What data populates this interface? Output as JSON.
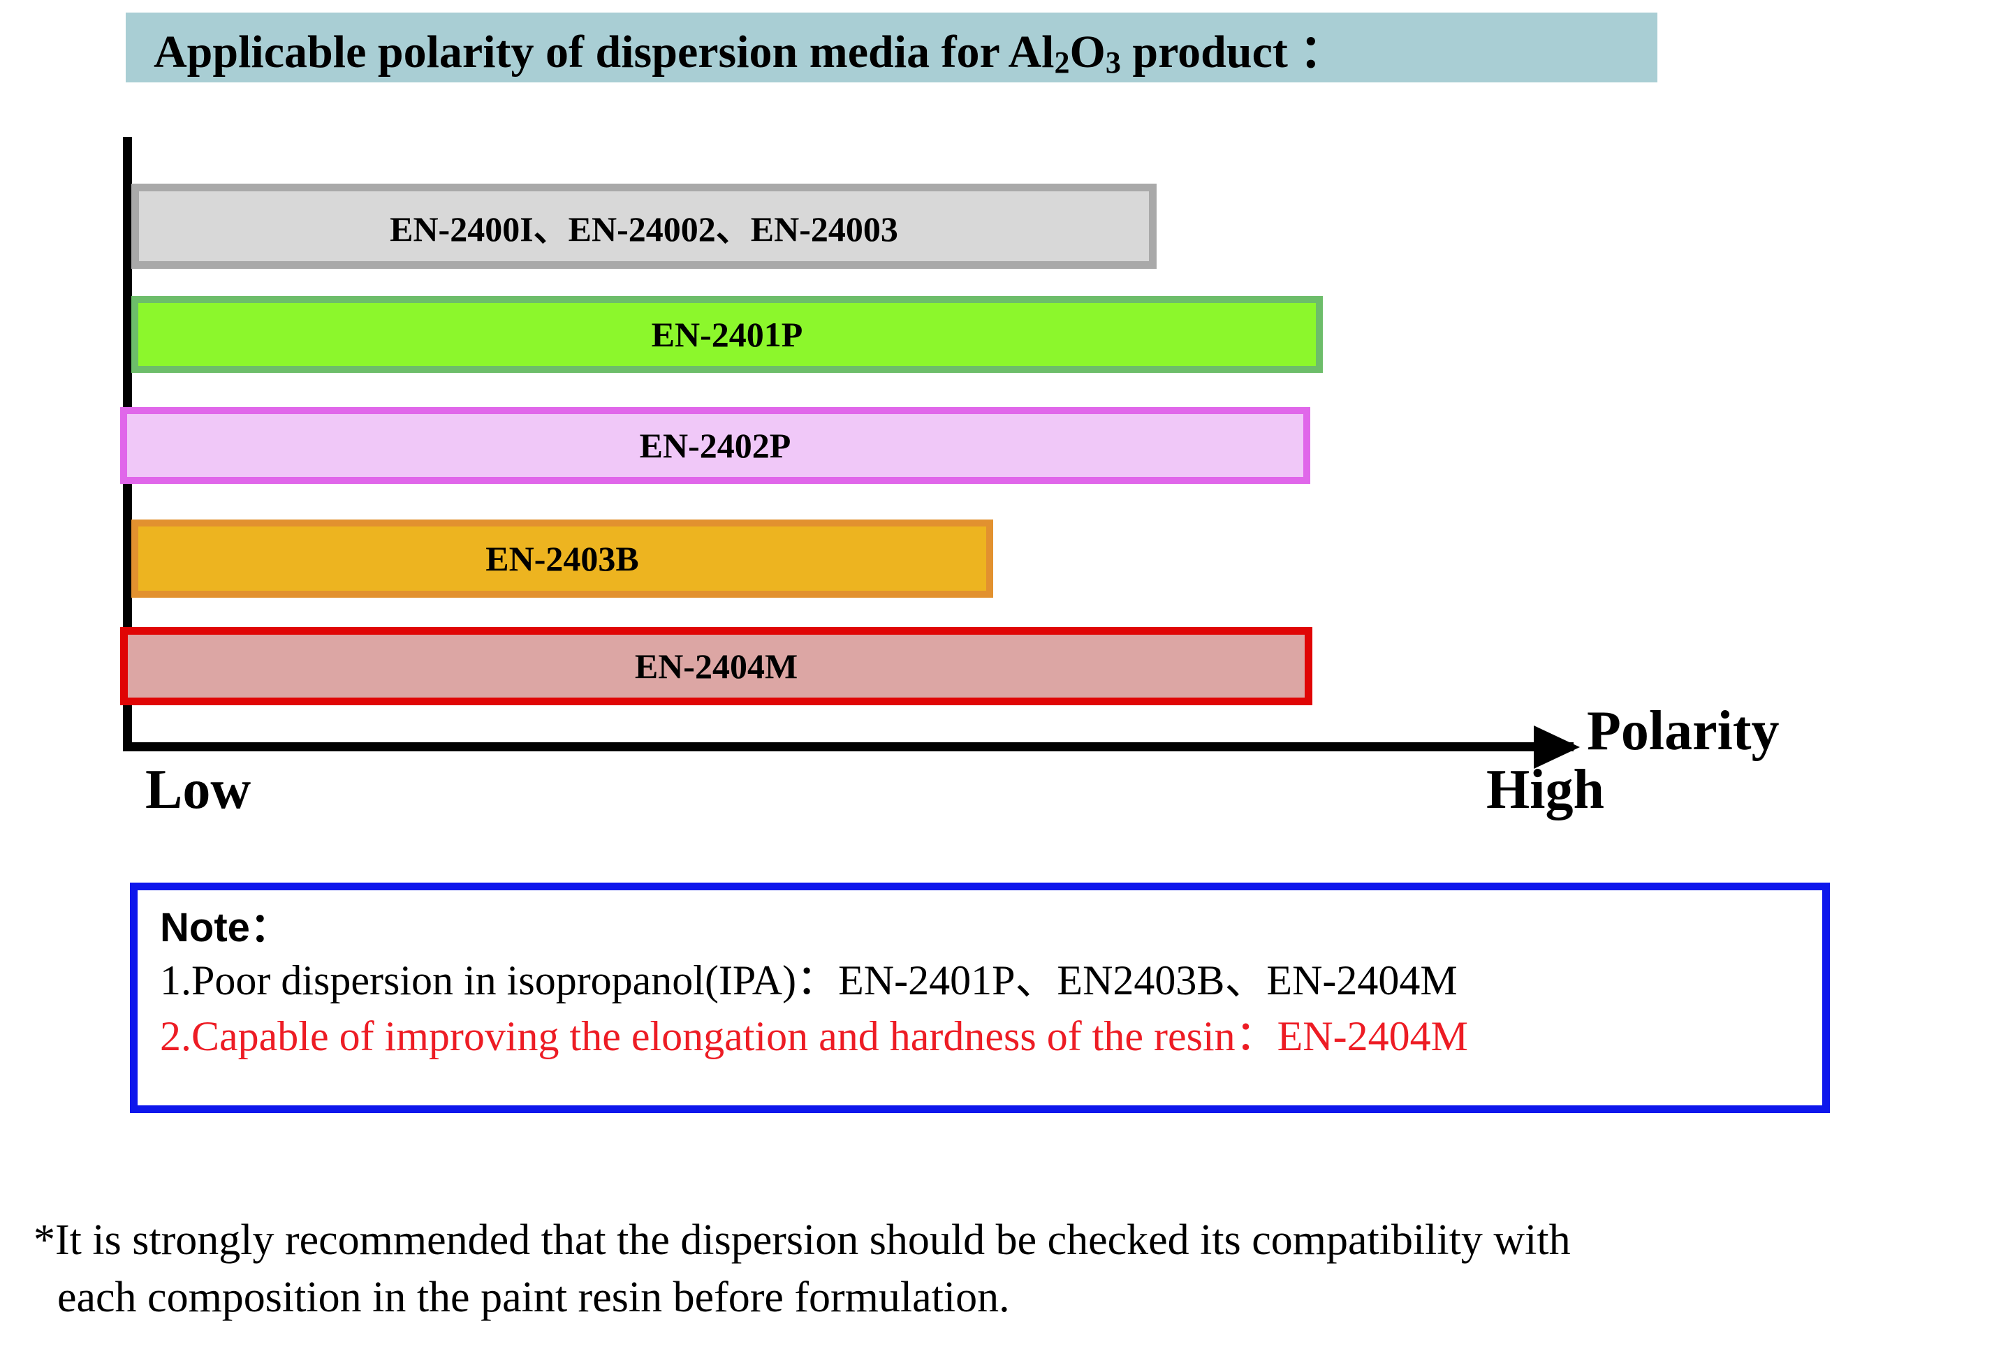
{
  "title": {
    "prefix": "Applicable polarity of dispersion media for Al",
    "sub1": "2",
    "mid": "O",
    "sub2": "3",
    "suffix": " product ：",
    "background_color": "#a9ced4"
  },
  "chart_data": {
    "type": "bar",
    "orientation": "horizontal",
    "title": "Applicable polarity of dispersion media for Al2O3 product :",
    "xlabel": "Polarity",
    "ylabel": "",
    "axis_low_label": "Low",
    "axis_high_label": "High",
    "axis_arrow_label": "Polarity",
    "grid": false,
    "legend": "none",
    "xlim": [
      0,
      100
    ],
    "categories": [
      "EN-2400I、EN-24002、EN-24003",
      "EN-2401P",
      "EN-2402P",
      "EN-2403B",
      "EN-2404M"
    ],
    "values": [
      71.0,
      82.5,
      82.5,
      59.5,
      82.5
    ],
    "bars": [
      {
        "label": "EN-2400I、EN-24002、EN-24003",
        "value": 71.0,
        "fill": "#d8d8d8",
        "border": "#a9a9a9"
      },
      {
        "label": "EN-2401P",
        "value": 82.5,
        "fill": "#8cf72c",
        "border": "#6dbd6a"
      },
      {
        "label": "EN-2402P",
        "value": 82.5,
        "fill": "#f0c8f8",
        "border": "#e067ea"
      },
      {
        "label": "EN-2403B",
        "value": 59.5,
        "fill": "#edb420",
        "border": "#e2912f"
      },
      {
        "label": "EN-2404M",
        "value": 82.5,
        "fill": "#dca6a4",
        "border": "#e00505"
      }
    ]
  },
  "note": {
    "heading": "Note：",
    "line1": "1.Poor dispersion in isopropanol(IPA)：EN-2401P、EN2403B、EN-2404M",
    "line2": "2.Capable of improving the elongation and hardness of the resin：EN-2404M",
    "line2_color": "#ed1c24",
    "border_color": "#0e17ec"
  },
  "footnote": {
    "line1": "*It is strongly recommended that the dispersion should be checked its compatibility with",
    "line2": "each composition in the paint resin before formulation."
  }
}
